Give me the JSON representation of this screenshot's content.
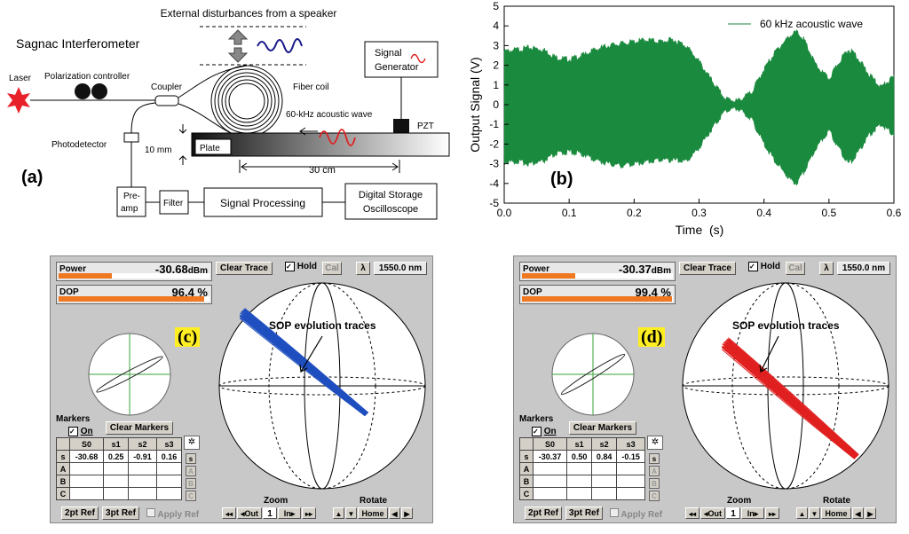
{
  "panel_a": {
    "label": "a",
    "title": "Sagnac Interferometer",
    "disturbance": "External disturbances from a speaker",
    "laser": "Laser",
    "polarization_controller": "Polarization controller",
    "coupler": "Coupler",
    "fiber_coil": "Fiber coil",
    "signal_generator_line1": "Signal",
    "signal_generator_line2": "Generator",
    "acoustic_wave": "60-kHz acoustic wave",
    "pzt": "PZT",
    "photodetector": "Photodetector",
    "thickness": "10 mm",
    "plate": "Plate",
    "length": "30 cm",
    "preamp_line1": "Pre-",
    "preamp_line2": "amp",
    "filter": "Filter",
    "signal_processing": "Signal Processing",
    "dso_line1": "Digital Storage",
    "dso_line2": "Oscilloscope"
  },
  "panel_b": {
    "label": "b",
    "chart_data": {
      "type": "area",
      "xlabel": "Time  (s)",
      "ylabel": "Output Signal  (V)",
      "xlim": [
        0.0,
        0.6
      ],
      "ylim": [
        -5,
        5
      ],
      "xticks": [
        "0.0",
        "0.1",
        "0.2",
        "0.3",
        "0.4",
        "0.5",
        "0.6"
      ],
      "yticks": [
        "-5",
        "-4",
        "-3",
        "-2",
        "-1",
        "0",
        "1",
        "2",
        "3",
        "4",
        "5"
      ],
      "legend": "top-right",
      "series": [
        {
          "name": "60 kHz acoustic wave",
          "color": "#1a8a3e",
          "x": [
            0.0,
            0.02,
            0.04,
            0.06,
            0.08,
            0.1,
            0.12,
            0.14,
            0.16,
            0.18,
            0.2,
            0.22,
            0.24,
            0.26,
            0.28,
            0.3,
            0.32,
            0.34,
            0.36,
            0.38,
            0.4,
            0.42,
            0.44,
            0.45,
            0.46,
            0.48,
            0.5,
            0.52,
            0.53,
            0.54,
            0.56,
            0.58,
            0.6
          ],
          "upper": [
            2.7,
            2.8,
            2.9,
            2.8,
            2.4,
            2.3,
            2.5,
            2.8,
            3.0,
            3.1,
            3.2,
            3.3,
            3.2,
            3.3,
            3.0,
            2.2,
            1.2,
            0.3,
            0.2,
            0.6,
            1.8,
            2.8,
            3.5,
            3.7,
            3.4,
            2.0,
            1.3,
            2.4,
            2.8,
            2.6,
            1.6,
            0.9,
            1.4
          ],
          "lower": [
            -2.9,
            -2.9,
            -3.0,
            -2.9,
            -2.5,
            -2.4,
            -2.5,
            -2.8,
            -3.0,
            -3.1,
            -3.0,
            -2.9,
            -2.8,
            -2.8,
            -2.9,
            -2.2,
            -1.2,
            -0.3,
            -0.2,
            -0.7,
            -2.0,
            -3.0,
            -3.8,
            -4.0,
            -3.5,
            -2.2,
            -1.3,
            -2.5,
            -3.0,
            -2.7,
            -1.6,
            -1.0,
            -1.5
          ]
        }
      ]
    }
  },
  "panel_c": {
    "label": "c",
    "power_label": "Power",
    "power_value": "-30.68",
    "power_unit": "dBm",
    "power_level": 0.35,
    "dop_label": "DOP",
    "dop_value": "96.4 %",
    "dop_level": 0.964,
    "clear_trace": "Clear Trace",
    "hold": "Hold",
    "cal": "Cal",
    "lambda": "λ",
    "wavelength": "1550.0 nm",
    "sop_label": "SOP evolution traces",
    "trace_color": "#1f4fbf",
    "markers_title": "Markers",
    "markers_on": "On",
    "clear_markers": "Clear Markers",
    "headers": [
      "S0",
      "s1",
      "s2",
      "s3"
    ],
    "row_labels": [
      "s",
      "A",
      "B",
      "C"
    ],
    "s_row": [
      "-30.68",
      "0.25",
      "-0.91",
      "0.16"
    ],
    "ref2": "2pt Ref",
    "ref3": "3pt Ref",
    "apply_ref": "Apply Ref",
    "zoom_label": "Zoom",
    "zoom_out": "Out",
    "zoom_value": "1",
    "zoom_in": "In",
    "rotate_label": "Rotate",
    "home": "Home"
  },
  "panel_d": {
    "label": "d",
    "power_label": "Power",
    "power_value": "-30.37",
    "power_unit": "dBm",
    "power_level": 0.35,
    "dop_label": "DOP",
    "dop_value": "99.4 %",
    "dop_level": 0.994,
    "clear_trace": "Clear Trace",
    "hold": "Hold",
    "cal": "Cal",
    "lambda": "λ",
    "wavelength": "1550.0 nm",
    "sop_label": "SOP evolution traces",
    "trace_color": "#e02020",
    "markers_title": "Markers",
    "markers_on": "On",
    "clear_markers": "Clear Markers",
    "headers": [
      "S0",
      "s1",
      "s2",
      "s3"
    ],
    "row_labels": [
      "s",
      "A",
      "B",
      "C"
    ],
    "s_row": [
      "-30.37",
      "0.50",
      "0.84",
      "-0.15"
    ],
    "ref2": "2pt Ref",
    "ref3": "3pt Ref",
    "apply_ref": "Apply Ref",
    "zoom_label": "Zoom",
    "zoom_out": "Out",
    "zoom_value": "1",
    "zoom_in": "In",
    "rotate_label": "Rotate",
    "home": "Home"
  }
}
